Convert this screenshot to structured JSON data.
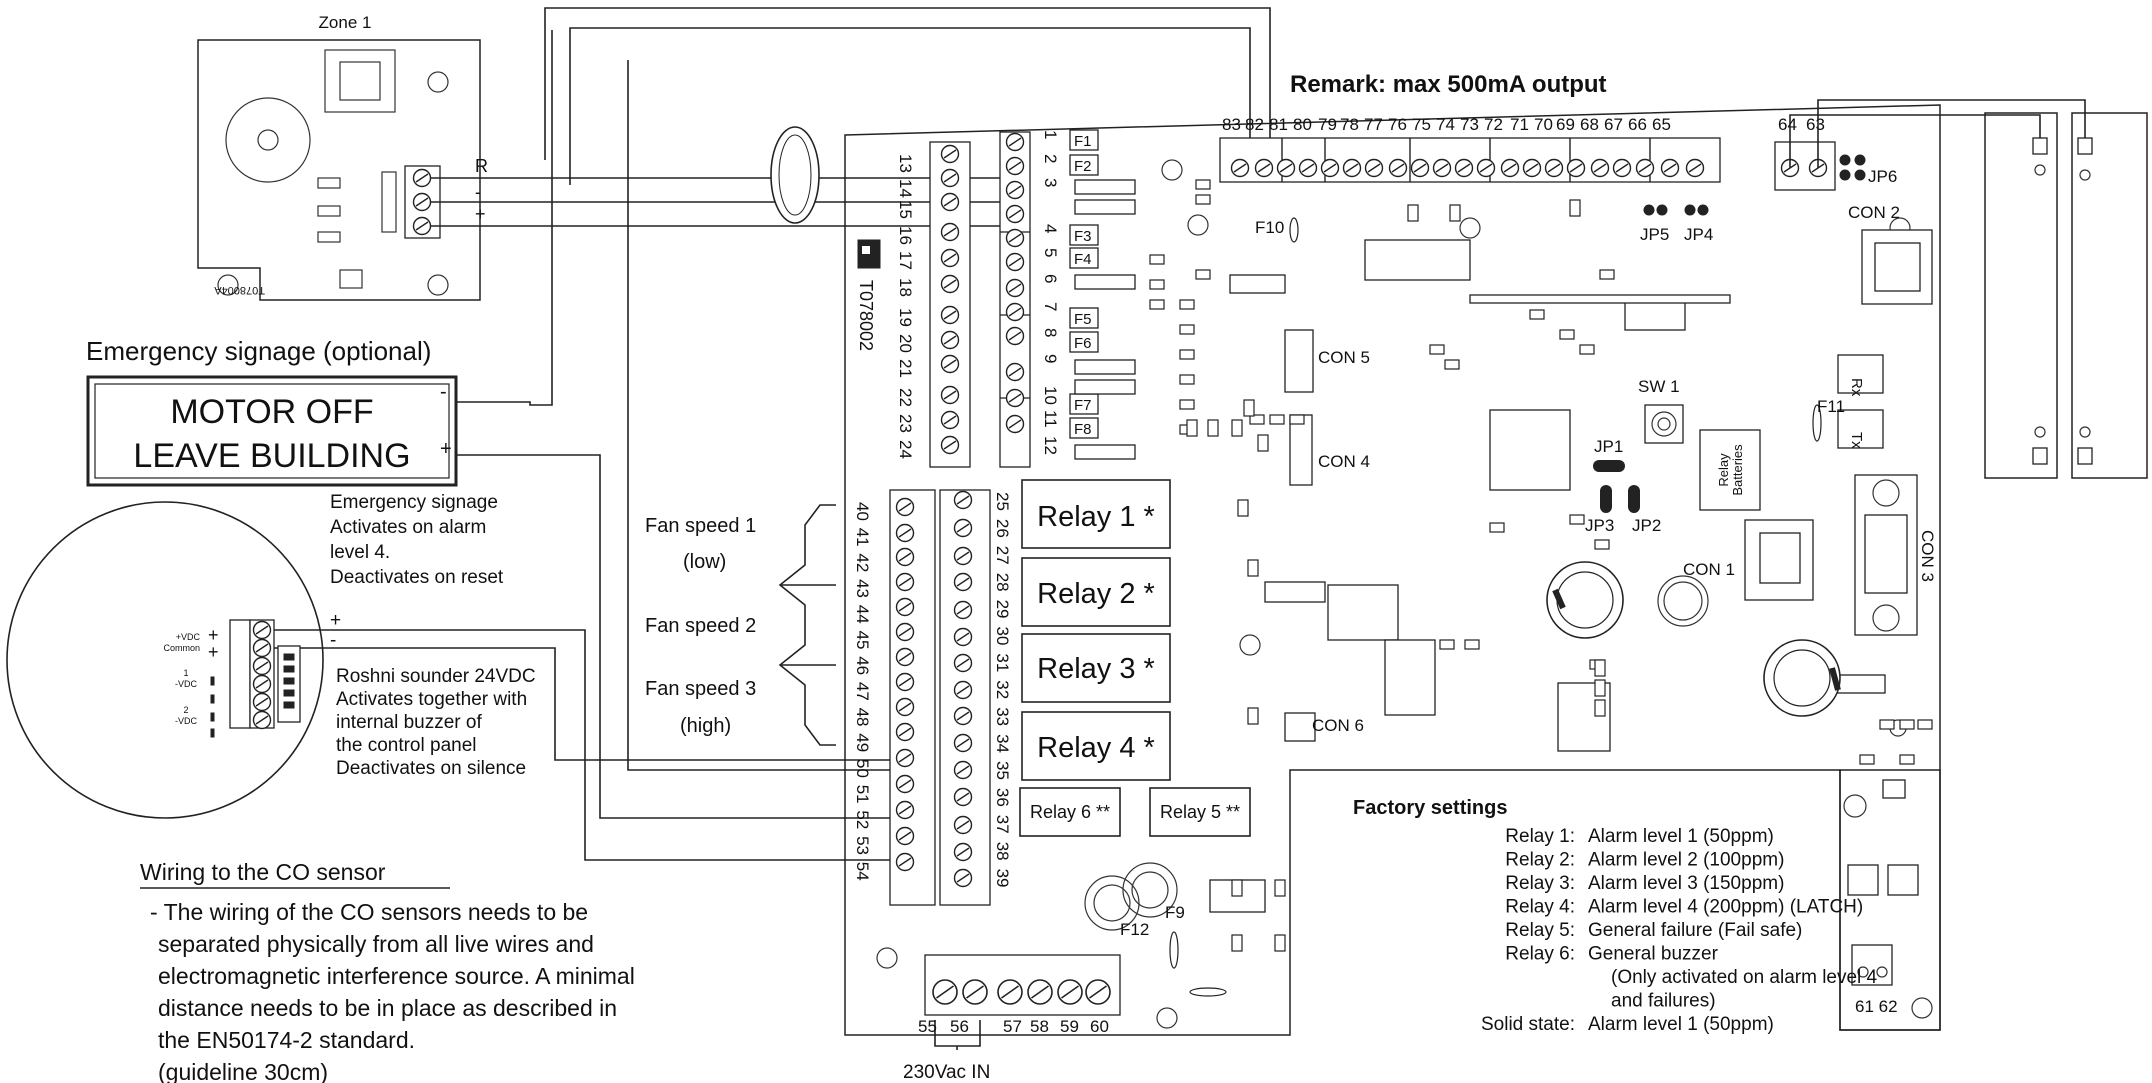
{
  "zone": {
    "title": "Zone 1",
    "board_code": "T078004A",
    "pins": [
      "R",
      "-",
      "+"
    ]
  },
  "signage": {
    "heading": "Emergency signage (optional)",
    "line1": "MOTOR OFF",
    "line2": "LEAVE BUILDING",
    "minus": "-",
    "plus": "+",
    "note": [
      "Emergency signage",
      "Activates on alarm",
      "level 4.",
      "Deactivates on reset"
    ]
  },
  "sounder": {
    "labels": [
      "+VDC",
      "Common",
      "1",
      "-VDC",
      "2",
      "-VDC"
    ],
    "plus": "+",
    "minus": "-",
    "note": [
      "Roshni sounder 24VDC",
      "Activates together with",
      "internal buzzer of",
      "the control panel",
      "Deactivates on silence"
    ]
  },
  "wiring": {
    "heading": "Wiring to the CO sensor",
    "lines": [
      "- The wiring of the CO sensors needs to be",
      "separated physically from all live wires and",
      "electromagnetic interference source. A minimal",
      "distance needs to be in place as described in",
      "the EN50174-2 standard.",
      "(guideline 30cm)"
    ]
  },
  "fan": [
    "Fan speed 1",
    "(low)",
    "Fan speed 2",
    "Fan speed 3",
    "(high)"
  ],
  "panel": {
    "code": "T078002",
    "remark": "Remark: max 500mA output",
    "top_terminals": [
      "83",
      "82",
      "81",
      "80",
      "79",
      "78",
      "77",
      "76",
      "75",
      "74",
      "73",
      "72",
      "71",
      "70",
      "69",
      "68",
      "67",
      "66",
      "65"
    ],
    "right_terminals": [
      "64",
      "63"
    ],
    "upper_left_numbers": [
      "13",
      "14",
      "15",
      "16",
      "17",
      "18",
      "19",
      "20",
      "21",
      "22",
      "23",
      "24"
    ],
    "upper_right_numbers": [
      "1",
      "2",
      "3",
      "4",
      "5",
      "6",
      "7",
      "8",
      "9",
      "10",
      "11",
      "12"
    ],
    "lower_left_numbers": [
      "40",
      "41",
      "42",
      "43",
      "44",
      "45",
      "46",
      "47",
      "48",
      "49",
      "50",
      "51",
      "52",
      "53",
      "54"
    ],
    "lower_right_numbers": [
      "25",
      "26",
      "27",
      "28",
      "29",
      "30",
      "31",
      "32",
      "33",
      "34",
      "35",
      "36",
      "37",
      "38",
      "39"
    ],
    "fuses": [
      "F1",
      "F2",
      "F3",
      "F4",
      "F5",
      "F6",
      "F7",
      "F8"
    ],
    "relays": [
      "Relay 1 *",
      "Relay 2 *",
      "Relay 3 *",
      "Relay 4 *"
    ],
    "relay6": "Relay 6 **",
    "relay5": "Relay 5 **",
    "jumpers": {
      "jp1": "JP1",
      "jp2": "JP2",
      "jp3": "JP3",
      "jp4": "JP4",
      "jp5": "JP5",
      "jp6": "JP6"
    },
    "connectors": {
      "con1": "CON 1",
      "con2": "CON 2",
      "con3": "CON 3",
      "con4": "CON 4",
      "con5": "CON 5",
      "con6": "CON 6"
    },
    "misc": {
      "f9": "F9",
      "f10": "F10",
      "f11": "F11",
      "f12": "F12",
      "sw1": "SW 1",
      "rx": "Rx",
      "tx": "Tx",
      "relay_batt1": "Relay",
      "relay_batt2": "Batteries"
    },
    "bottom_terminals": [
      "55",
      "56",
      "57",
      "58",
      "59",
      "60"
    ],
    "mains": "230Vac IN",
    "terminals_6162": "61 62"
  },
  "factory": {
    "title": "Factory settings",
    "rows": [
      {
        "k": "Relay 1:",
        "v": "Alarm level 1 (50ppm)"
      },
      {
        "k": "Relay 2:",
        "v": "Alarm level 2 (100ppm)"
      },
      {
        "k": "Relay 3:",
        "v": "Alarm level 3 (150ppm)"
      },
      {
        "k": "Relay 4:",
        "v": "Alarm level 4 (200ppm) (LATCH)"
      },
      {
        "k": "Relay 5:",
        "v": "General failure (Fail safe)"
      },
      {
        "k": "Relay 6:",
        "v": "General buzzer"
      },
      {
        "k": "",
        "v": "(Only activated on alarm level 4"
      },
      {
        "k": "",
        "v": "and failures)"
      },
      {
        "k": "Solid state:",
        "v": "Alarm level 1 (50ppm)"
      }
    ]
  }
}
